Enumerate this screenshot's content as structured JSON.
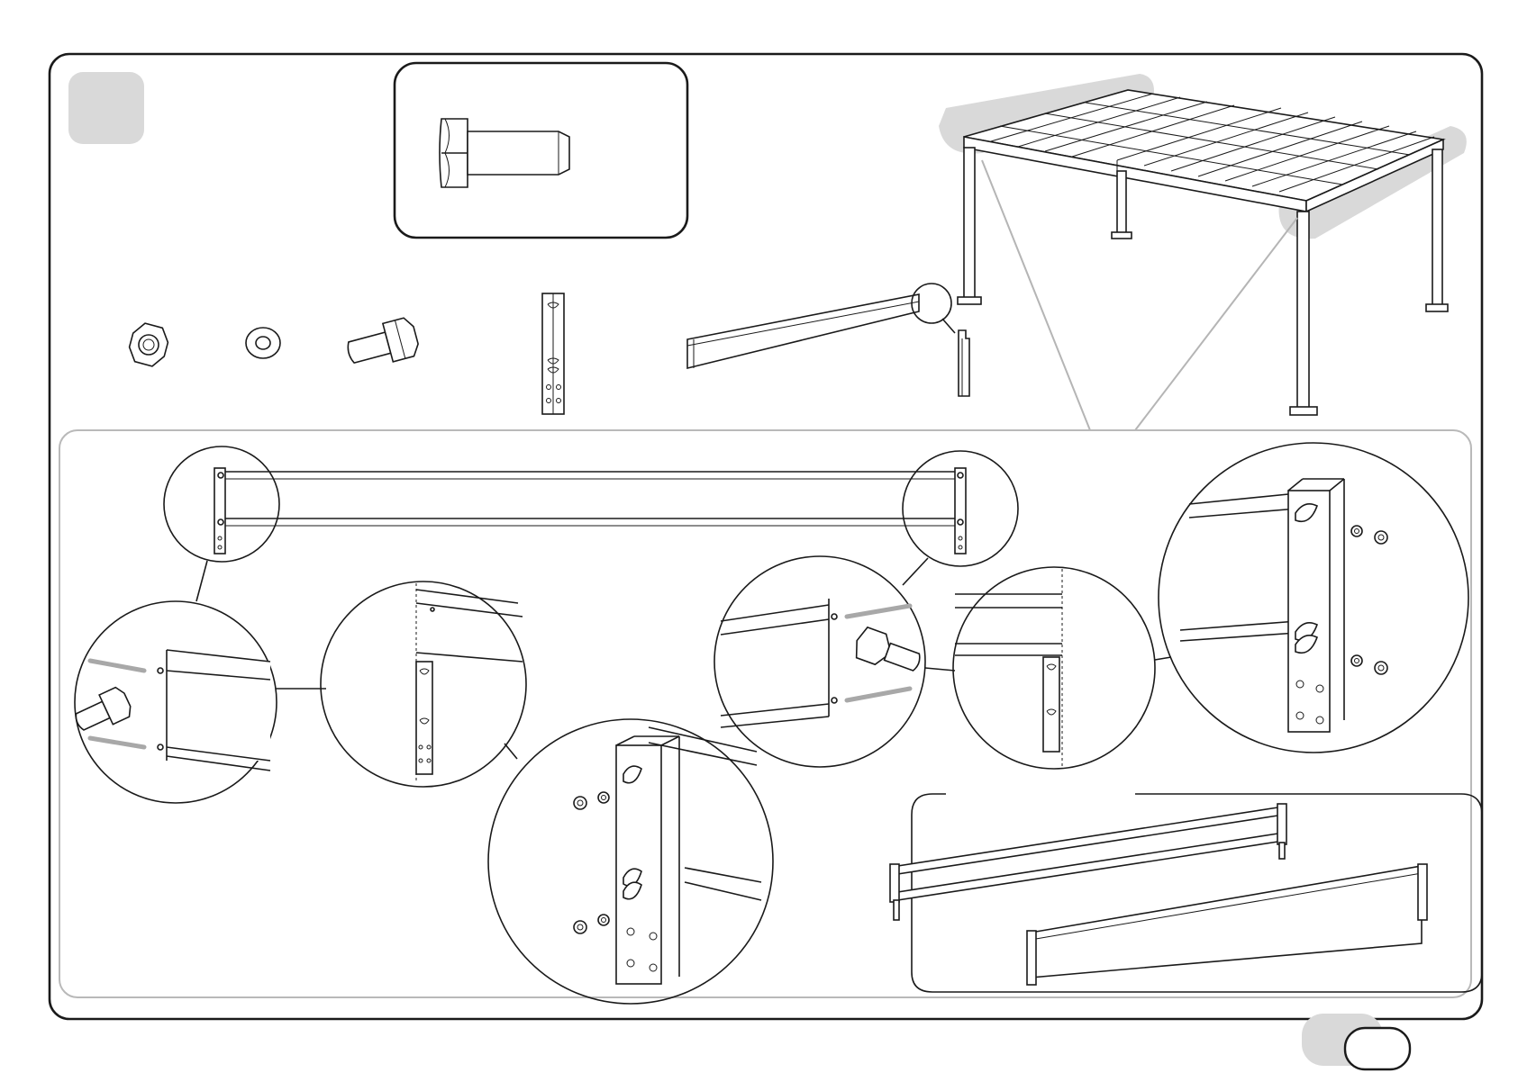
{
  "page": {
    "step_number": "",
    "page_number": "",
    "alt_page_number": ""
  },
  "colors": {
    "frame": "#1a1a1a",
    "panel_border": "#b9b9b9",
    "highlight": "#d9d9d9",
    "arrow": "#a8a8a8"
  },
  "parts": [
    {
      "id": "lock-nut",
      "icon": "hex-nut-icon",
      "quantity": ""
    },
    {
      "id": "washer",
      "icon": "washer-icon",
      "quantity": ""
    },
    {
      "id": "hex-bolt",
      "icon": "hex-bolt-icon",
      "quantity": ""
    },
    {
      "id": "post-bracket",
      "icon": "post-bracket-icon",
      "quantity": ""
    },
    {
      "id": "side-beam",
      "icon": "beam-icon",
      "quantity": ""
    }
  ],
  "tool": {
    "icon": "hex-bolt-icon",
    "label": ""
  },
  "result_panel": {
    "title": ""
  }
}
